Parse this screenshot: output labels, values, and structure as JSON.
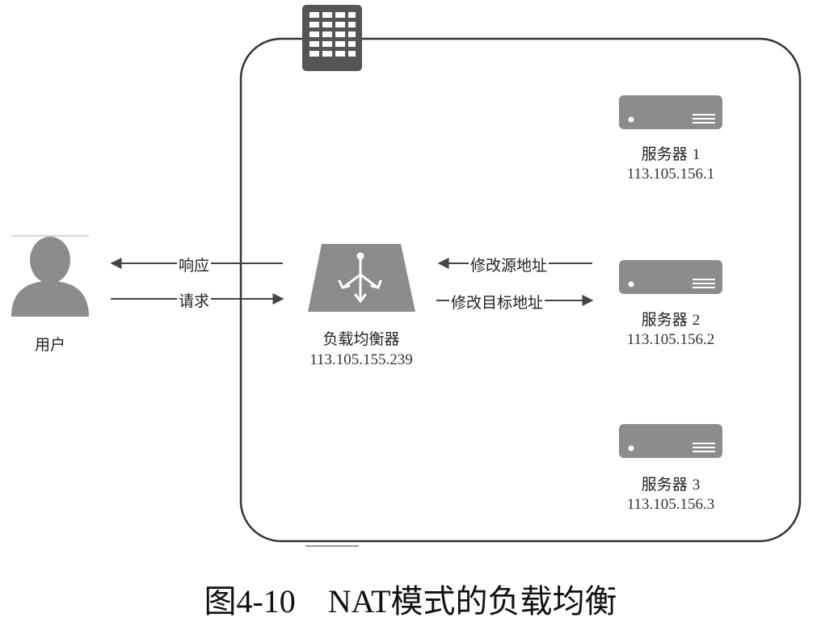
{
  "user": {
    "label": "用户"
  },
  "arrows": {
    "response": "响应",
    "request": "请求",
    "modify_source": "修改源地址",
    "modify_destination": "修改目标地址"
  },
  "load_balancer": {
    "label": "负载均衡器",
    "ip": "113.105.155.239"
  },
  "servers": [
    {
      "name": "服务器",
      "number": "1",
      "ip": "113.105.156.1"
    },
    {
      "name": "服务器",
      "number": "2",
      "ip": "113.105.156.2"
    },
    {
      "name": "服务器",
      "number": "3",
      "ip": "113.105.156.3"
    }
  ],
  "caption": "图4-10　NAT模式的负载均衡",
  "colors": {
    "icon_gray": "#8c8c8c",
    "frame": "#333333",
    "arrow": "#555555"
  }
}
